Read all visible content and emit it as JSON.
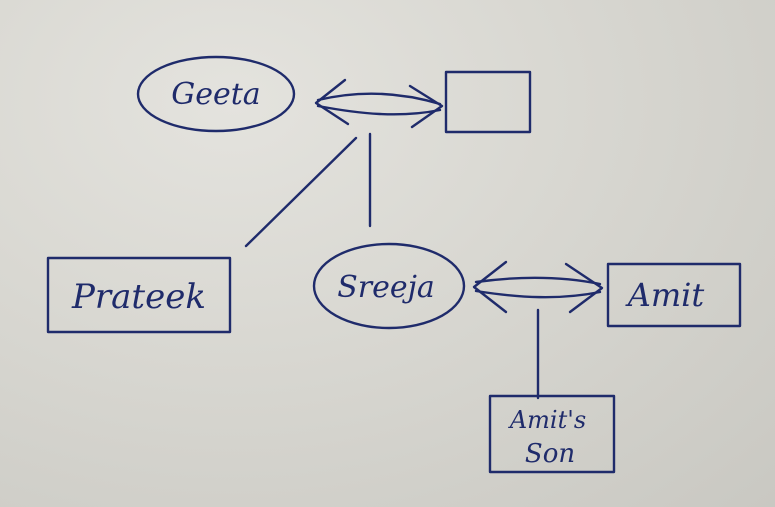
{
  "nodes": {
    "geeta": {
      "label": "Geeta",
      "shape": "ellipse"
    },
    "spouse": {
      "label": "",
      "shape": "rect"
    },
    "prateek": {
      "label": "Prateek",
      "shape": "rect"
    },
    "sreeja": {
      "label": "Sreeja",
      "shape": "ellipse"
    },
    "amit": {
      "label": "Amit",
      "shape": "rect"
    },
    "amits_son": {
      "label_line1": "Amit's",
      "label_line2": "Son",
      "shape": "rect"
    }
  },
  "edges": [
    {
      "from": "geeta",
      "to": "spouse",
      "type": "double-arrow"
    },
    {
      "from": "geeta",
      "to": "prateek",
      "type": "line"
    },
    {
      "from": "geeta",
      "to": "sreeja",
      "type": "line"
    },
    {
      "from": "sreeja",
      "to": "amit",
      "type": "double-arrow"
    },
    {
      "from": "sreeja-amit",
      "to": "amits_son",
      "type": "line"
    }
  ],
  "colors": {
    "ink": "#1f2b6b",
    "paper": "#d9d8d3"
  }
}
